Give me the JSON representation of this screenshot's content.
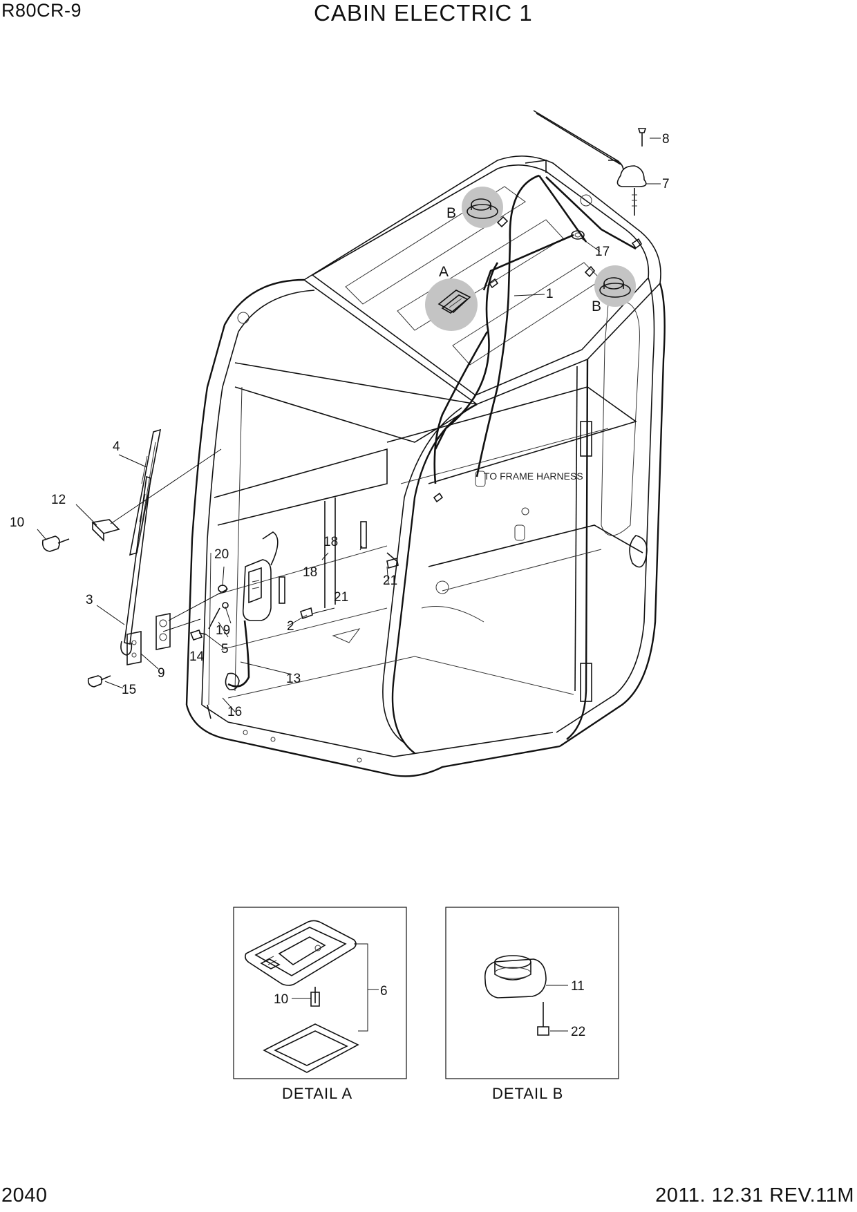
{
  "header": {
    "model": "R80CR-9",
    "title": "CABIN ELECTRIC 1"
  },
  "footer": {
    "page_number": "2040",
    "revision": "2011. 12.31  REV.11M"
  },
  "callouts": {
    "c1": "1",
    "c2": "2",
    "c3": "3",
    "c4": "4",
    "c5": "5",
    "c7": "7",
    "c8": "8",
    "c9": "9",
    "c10": "10",
    "c12": "12",
    "c13": "13",
    "c14": "14",
    "c15": "15",
    "c16": "16",
    "c17": "17",
    "c18a": "18",
    "c18b": "18",
    "c19": "19",
    "c20": "20",
    "c21a": "21",
    "c21b": "21"
  },
  "detail_markers": {
    "a": "A",
    "b1": "B",
    "b2": "B"
  },
  "note": "TO FRAME HARNESS",
  "detail_a": {
    "caption": "DETAIL A",
    "c10": "10",
    "c6": "6"
  },
  "detail_b": {
    "caption": "DETAIL B",
    "c11": "11",
    "c22": "22"
  }
}
